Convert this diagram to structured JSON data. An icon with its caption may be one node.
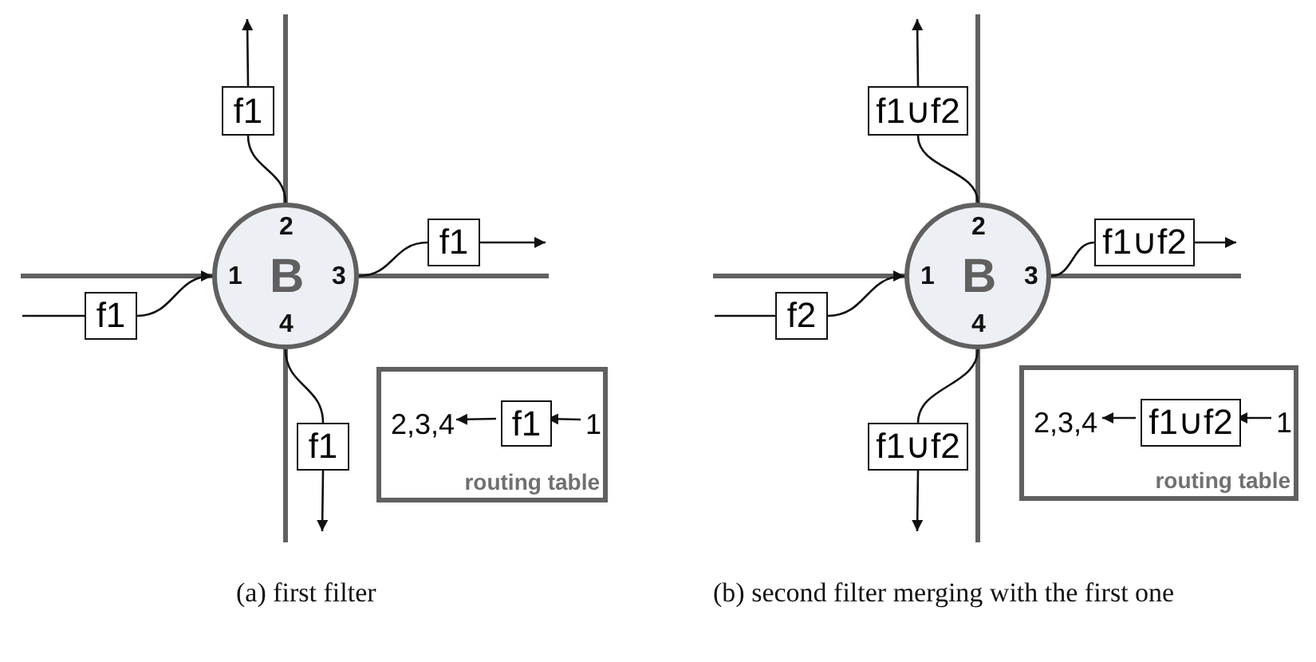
{
  "diagram": {
    "nodes": [
      {
        "text": [
          "2",
          "1",
          "B",
          "3",
          "4"
        ]
      },
      {
        "text": [
          "f1"
        ]
      },
      {
        "text": [
          "f1"
        ]
      },
      {
        "text": [
          "f1"
        ]
      },
      {
        "text": [
          "f1"
        ]
      },
      {
        "text": [
          "routing table"
        ]
      },
      {
        "text": [
          "f1"
        ],
        "in": 5
      },
      {
        "text": [
          "2,3,4"
        ],
        "in": 5
      },
      {
        "text": [
          "1"
        ],
        "in": 5
      },
      {
        "text": [
          "2",
          "1",
          "B",
          "3",
          "4"
        ]
      },
      {
        "text": [
          "f2"
        ]
      },
      {
        "text": [
          "f1∪f2"
        ]
      },
      {
        "text": [
          "f1∪f2"
        ]
      },
      {
        "text": [
          "f1∪f2"
        ]
      },
      {
        "text": [
          "routing table"
        ]
      },
      {
        "text": [
          "f1∪f2"
        ],
        "in": 14
      },
      {
        "text": [
          "2,3,4"
        ],
        "in": 14
      },
      {
        "text": [
          "1"
        ],
        "in": 14
      }
    ],
    "edges": [
      {
        "from": null,
        "to": 1,
        "arrow": "none"
      },
      {
        "from": 1,
        "to": 0,
        "arrow": "to"
      },
      {
        "from": 0,
        "to": 2,
        "arrow": "none"
      },
      {
        "from": 2,
        "to": null,
        "arrow": "to"
      },
      {
        "from": 0,
        "to": 3,
        "arrow": "none"
      },
      {
        "from": 3,
        "to": null,
        "arrow": "to"
      },
      {
        "from": 0,
        "to": 4,
        "arrow": "none"
      },
      {
        "from": 4,
        "to": null,
        "arrow": "to"
      },
      {
        "from": 8,
        "to": 6,
        "arrow": "to"
      },
      {
        "from": 6,
        "to": 7,
        "arrow": "to"
      },
      {
        "from": null,
        "to": 10,
        "arrow": "none"
      },
      {
        "from": 10,
        "to": 9,
        "arrow": "to"
      },
      {
        "from": 9,
        "to": 11,
        "arrow": "none"
      },
      {
        "from": 11,
        "to": null,
        "arrow": "to"
      },
      {
        "from": 9,
        "to": 12,
        "arrow": "none"
      },
      {
        "from": 12,
        "to": null,
        "arrow": "to"
      },
      {
        "from": 9,
        "to": 13,
        "arrow": "none"
      },
      {
        "from": 13,
        "to": null,
        "arrow": "to"
      },
      {
        "from": 17,
        "to": 15,
        "arrow": "to"
      },
      {
        "from": 15,
        "to": 16,
        "arrow": "to"
      }
    ],
    "labels": [
      "(a) first filter",
      "(b) second filter merging with the first one"
    ]
  }
}
